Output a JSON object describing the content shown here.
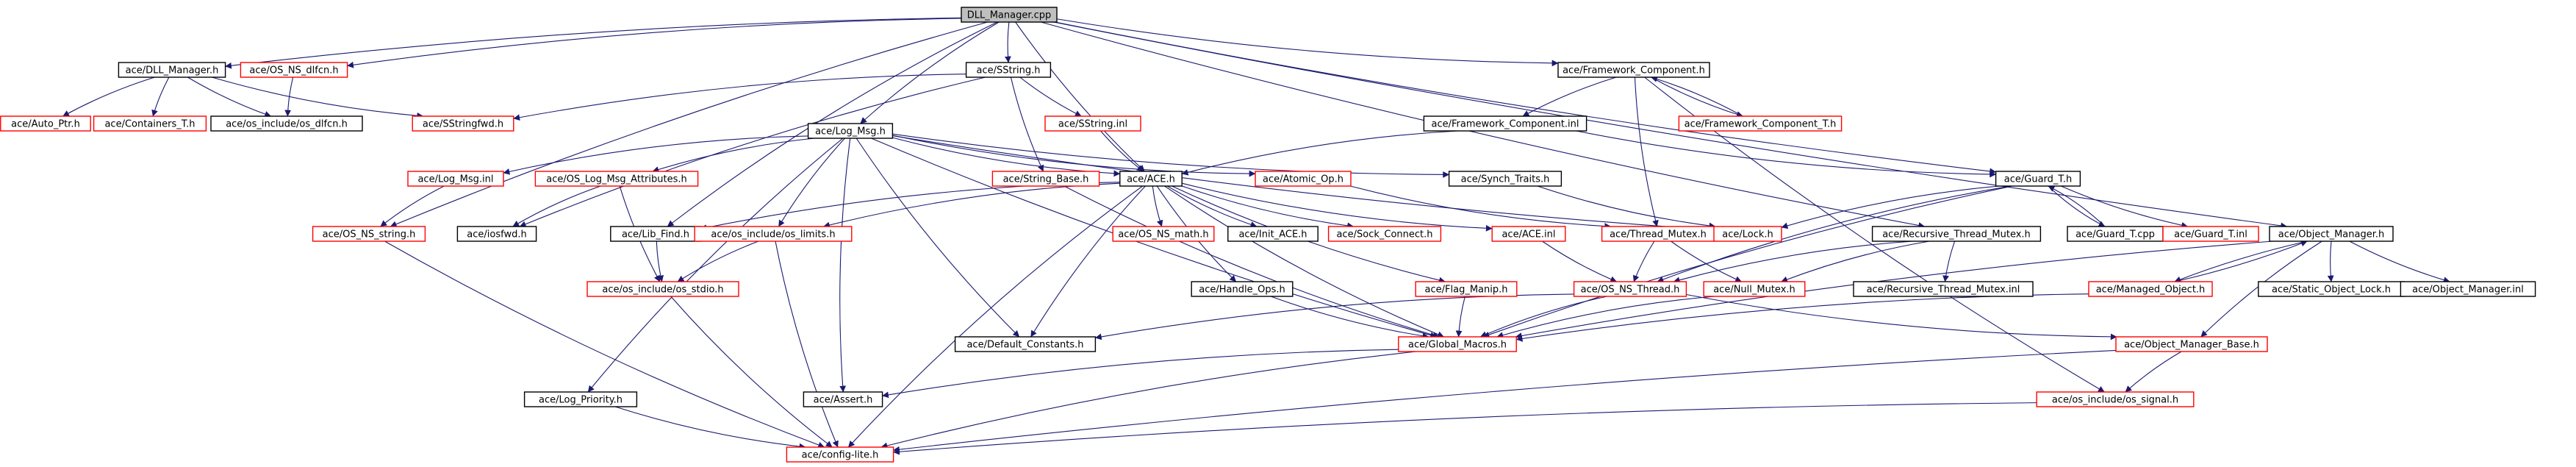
{
  "colors": {
    "edge": "#1a1a70",
    "node_border_default": "#000000",
    "node_border_missing": "#ff0000",
    "root_fill": "#bfbfbf"
  },
  "nodes": [
    {
      "id": "dll_manager_cpp",
      "label": "DLL_Manager.cpp",
      "kind": "root"
    },
    {
      "id": "ace_dll_manager_h",
      "label": "ace/DLL_Manager.h",
      "kind": "normal"
    },
    {
      "id": "ace_os_ns_dlfcn_h",
      "label": "ace/OS_NS_dlfcn.h",
      "kind": "missing"
    },
    {
      "id": "ace_sstring_h",
      "label": "ace/SString.h",
      "kind": "normal"
    },
    {
      "id": "ace_framework_component_h",
      "label": "ace/Framework_Component.h",
      "kind": "normal"
    },
    {
      "id": "ace_auto_ptr_h",
      "label": "ace/Auto_Ptr.h",
      "kind": "missing"
    },
    {
      "id": "ace_containers_t_h",
      "label": "ace/Containers_T.h",
      "kind": "missing"
    },
    {
      "id": "ace_os_include_os_dlfcn_h",
      "label": "ace/os_include/os_dlfcn.h",
      "kind": "normal"
    },
    {
      "id": "ace_sstringfwd_h",
      "label": "ace/SStringfwd.h",
      "kind": "missing"
    },
    {
      "id": "ace_sstring_inl",
      "label": "ace/SString.inl",
      "kind": "missing"
    },
    {
      "id": "ace_framework_component_inl",
      "label": "ace/Framework_Component.inl",
      "kind": "normal"
    },
    {
      "id": "ace_framework_component_t_h",
      "label": "ace/Framework_Component_T.h",
      "kind": "missing"
    },
    {
      "id": "ace_log_msg_h",
      "label": "ace/Log_Msg.h",
      "kind": "normal"
    },
    {
      "id": "ace_log_msg_inl",
      "label": "ace/Log_Msg.inl",
      "kind": "missing"
    },
    {
      "id": "ace_os_log_msg_attributes_h",
      "label": "ace/OS_Log_Msg_Attributes.h",
      "kind": "missing"
    },
    {
      "id": "ace_string_base_h",
      "label": "ace/String_Base.h",
      "kind": "missing"
    },
    {
      "id": "ace_ace_h",
      "label": "ace/ACE.h",
      "kind": "normal"
    },
    {
      "id": "ace_atomic_op_h",
      "label": "ace/Atomic_Op.h",
      "kind": "missing"
    },
    {
      "id": "ace_synch_traits_h",
      "label": "ace/Synch_Traits.h",
      "kind": "normal"
    },
    {
      "id": "ace_guard_t_h",
      "label": "ace/Guard_T.h",
      "kind": "normal"
    },
    {
      "id": "ace_os_ns_string_h",
      "label": "ace/OS_NS_string.h",
      "kind": "missing"
    },
    {
      "id": "ace_iosfwd_h",
      "label": "ace/iosfwd.h",
      "kind": "normal"
    },
    {
      "id": "ace_lib_find_h",
      "label": "ace/Lib_Find.h",
      "kind": "normal"
    },
    {
      "id": "ace_os_include_os_limits_h",
      "label": "ace/os_include/os_limits.h",
      "kind": "missing"
    },
    {
      "id": "ace_os_ns_math_h",
      "label": "ace/OS_NS_math.h",
      "kind": "missing"
    },
    {
      "id": "ace_init_ace_h",
      "label": "ace/Init_ACE.h",
      "kind": "normal"
    },
    {
      "id": "ace_sock_connect_h",
      "label": "ace/Sock_Connect.h",
      "kind": "missing"
    },
    {
      "id": "ace_ace_inl",
      "label": "ace/ACE.inl",
      "kind": "missing"
    },
    {
      "id": "ace_thread_mutex_h",
      "label": "ace/Thread_Mutex.h",
      "kind": "missing"
    },
    {
      "id": "ace_lock_h",
      "label": "ace/Lock.h",
      "kind": "missing"
    },
    {
      "id": "ace_recursive_thread_mutex_h",
      "label": "ace/Recursive_Thread_Mutex.h",
      "kind": "normal"
    },
    {
      "id": "ace_guard_t_cpp",
      "label": "ace/Guard_T.cpp",
      "kind": "normal"
    },
    {
      "id": "ace_guard_t_inl",
      "label": "ace/Guard_T.inl",
      "kind": "missing"
    },
    {
      "id": "ace_object_manager_h",
      "label": "ace/Object_Manager.h",
      "kind": "normal"
    },
    {
      "id": "ace_os_include_os_stdio_h",
      "label": "ace/os_include/os_stdio.h",
      "kind": "missing"
    },
    {
      "id": "ace_handle_ops_h",
      "label": "ace/Handle_Ops.h",
      "kind": "normal"
    },
    {
      "id": "ace_flag_manip_h",
      "label": "ace/Flag_Manip.h",
      "kind": "missing"
    },
    {
      "id": "ace_os_ns_thread_h",
      "label": "ace/OS_NS_Thread.h",
      "kind": "missing"
    },
    {
      "id": "ace_null_mutex_h",
      "label": "ace/Null_Mutex.h",
      "kind": "missing"
    },
    {
      "id": "ace_recursive_thread_mutex_inl",
      "label": "ace/Recursive_Thread_Mutex.inl",
      "kind": "normal"
    },
    {
      "id": "ace_managed_object_h",
      "label": "ace/Managed_Object.h",
      "kind": "missing"
    },
    {
      "id": "ace_static_object_lock_h",
      "label": "ace/Static_Object_Lock.h",
      "kind": "normal"
    },
    {
      "id": "ace_object_manager_inl",
      "label": "ace/Object_Manager.inl",
      "kind": "normal"
    },
    {
      "id": "ace_default_constants_h",
      "label": "ace/Default_Constants.h",
      "kind": "normal"
    },
    {
      "id": "ace_global_macros_h",
      "label": "ace/Global_Macros.h",
      "kind": "missing"
    },
    {
      "id": "ace_object_manager_base_h",
      "label": "ace/Object_Manager_Base.h",
      "kind": "missing"
    },
    {
      "id": "ace_log_priority_h",
      "label": "ace/Log_Priority.h",
      "kind": "normal"
    },
    {
      "id": "ace_assert_h",
      "label": "ace/Assert.h",
      "kind": "normal"
    },
    {
      "id": "ace_os_include_os_signal_h",
      "label": "ace/os_include/os_signal.h",
      "kind": "missing"
    },
    {
      "id": "ace_config_lite_h",
      "label": "ace/config-lite.h",
      "kind": "missing"
    }
  ],
  "edges": [
    [
      "dll_manager_cpp",
      "ace_dll_manager_h"
    ],
    [
      "dll_manager_cpp",
      "ace_os_ns_dlfcn_h"
    ],
    [
      "dll_manager_cpp",
      "ace_sstring_h"
    ],
    [
      "dll_manager_cpp",
      "ace_framework_component_h"
    ],
    [
      "dll_manager_cpp",
      "ace_log_msg_h"
    ],
    [
      "dll_manager_cpp",
      "ace_ace_h"
    ],
    [
      "dll_manager_cpp",
      "ace_os_ns_string_h"
    ],
    [
      "dll_manager_cpp",
      "ace_lib_find_h"
    ],
    [
      "dll_manager_cpp",
      "ace_guard_t_h"
    ],
    [
      "dll_manager_cpp",
      "ace_recursive_thread_mutex_h"
    ],
    [
      "dll_manager_cpp",
      "ace_object_manager_h"
    ],
    [
      "ace_dll_manager_h",
      "ace_auto_ptr_h"
    ],
    [
      "ace_dll_manager_h",
      "ace_containers_t_h"
    ],
    [
      "ace_dll_manager_h",
      "ace_os_include_os_dlfcn_h"
    ],
    [
      "ace_dll_manager_h",
      "ace_sstringfwd_h"
    ],
    [
      "ace_os_ns_dlfcn_h",
      "ace_os_include_os_dlfcn_h"
    ],
    [
      "ace_sstring_h",
      "ace_sstringfwd_h"
    ],
    [
      "ace_sstring_h",
      "ace_string_base_h"
    ],
    [
      "ace_sstring_h",
      "ace_sstring_inl"
    ],
    [
      "ace_sstring_h",
      "ace_iosfwd_h"
    ],
    [
      "ace_sstring_inl",
      "ace_ace_h"
    ],
    [
      "ace_framework_component_h",
      "ace_framework_component_inl"
    ],
    [
      "ace_framework_component_h",
      "ace_framework_component_t_h"
    ],
    [
      "ace_framework_component_h",
      "ace_thread_mutex_h"
    ],
    [
      "ace_framework_component_h",
      "ace_os_include_os_signal_h"
    ],
    [
      "ace_framework_component_t_h",
      "ace_framework_component_h"
    ],
    [
      "ace_framework_component_inl",
      "ace_ace_h"
    ],
    [
      "ace_framework_component_inl",
      "ace_guard_t_h"
    ],
    [
      "ace_log_msg_h",
      "ace_log_msg_inl"
    ],
    [
      "ace_log_msg_h",
      "ace_os_log_msg_attributes_h"
    ],
    [
      "ace_log_msg_h",
      "ace_ace_h"
    ],
    [
      "ace_log_msg_h",
      "ace_atomic_op_h"
    ],
    [
      "ace_log_msg_h",
      "ace_synch_traits_h"
    ],
    [
      "ace_log_msg_h",
      "ace_default_constants_h"
    ],
    [
      "ace_log_msg_h",
      "ace_log_priority_h"
    ],
    [
      "ace_log_msg_h",
      "ace_os_include_os_limits_h"
    ],
    [
      "ace_log_msg_h",
      "ace_global_macros_h"
    ],
    [
      "ace_log_msg_h",
      "ace_assert_h"
    ],
    [
      "ace_log_msg_h",
      "ace_lock_h"
    ],
    [
      "ace_log_msg_inl",
      "ace_os_ns_string_h"
    ],
    [
      "ace_os_log_msg_attributes_h",
      "ace_iosfwd_h"
    ],
    [
      "ace_os_log_msg_attributes_h",
      "ace_os_include_os_stdio_h"
    ],
    [
      "ace_string_base_h",
      "ace_global_macros_h"
    ],
    [
      "ace_ace_h",
      "ace_lib_find_h"
    ],
    [
      "ace_ace_h",
      "ace_os_include_os_limits_h"
    ],
    [
      "ace_ace_h",
      "ace_os_ns_math_h"
    ],
    [
      "ace_ace_h",
      "ace_init_ace_h"
    ],
    [
      "ace_ace_h",
      "ace_sock_connect_h"
    ],
    [
      "ace_ace_h",
      "ace_ace_inl"
    ],
    [
      "ace_ace_h",
      "ace_handle_ops_h"
    ],
    [
      "ace_ace_h",
      "ace_flag_manip_h"
    ],
    [
      "ace_ace_h",
      "ace_default_constants_h"
    ],
    [
      "ace_ace_h",
      "ace_global_macros_h"
    ],
    [
      "ace_ace_h",
      "ace_config_lite_h"
    ],
    [
      "ace_atomic_op_h",
      "ace_thread_mutex_h"
    ],
    [
      "ace_synch_traits_h",
      "ace_lock_h"
    ],
    [
      "ace_guard_t_h",
      "ace_lock_h"
    ],
    [
      "ace_guard_t_h",
      "ace_guard_t_cpp"
    ],
    [
      "ace_guard_t_h",
      "ace_guard_t_inl"
    ],
    [
      "ace_guard_t_h",
      "ace_os_ns_thread_h"
    ],
    [
      "ace_guard_t_h",
      "ace_global_macros_h"
    ],
    [
      "ace_guard_t_cpp",
      "ace_guard_t_h"
    ],
    [
      "ace_os_ns_string_h",
      "ace_config_lite_h"
    ],
    [
      "ace_lib_find_h",
      "ace_os_include_os_stdio_h"
    ],
    [
      "ace_os_include_os_limits_h",
      "ace_os_include_os_stdio_h"
    ],
    [
      "ace_os_include_os_limits_h",
      "ace_config_lite_h"
    ],
    [
      "ace_ace_inl",
      "ace_os_ns_thread_h"
    ],
    [
      "ace_thread_mutex_h",
      "ace_os_ns_thread_h"
    ],
    [
      "ace_thread_mutex_h",
      "ace_null_mutex_h"
    ],
    [
      "ace_recursive_thread_mutex_h",
      "ace_os_ns_thread_h"
    ],
    [
      "ace_recursive_thread_mutex_h",
      "ace_null_mutex_h"
    ],
    [
      "ace_recursive_thread_mutex_h",
      "ace_recursive_thread_mutex_inl"
    ],
    [
      "ace_object_manager_h",
      "ace_managed_object_h"
    ],
    [
      "ace_object_manager_h",
      "ace_static_object_lock_h"
    ],
    [
      "ace_object_manager_h",
      "ace_object_manager_inl"
    ],
    [
      "ace_object_manager_h",
      "ace_object_manager_base_h"
    ],
    [
      "ace_object_manager_h",
      "ace_global_macros_h"
    ],
    [
      "ace_managed_object_h",
      "ace_object_manager_h"
    ],
    [
      "ace_managed_object_h",
      "ace_global_macros_h"
    ],
    [
      "ace_os_include_os_stdio_h",
      "ace_config_lite_h"
    ],
    [
      "ace_handle_ops_h",
      "ace_global_macros_h"
    ],
    [
      "ace_flag_manip_h",
      "ace_global_macros_h"
    ],
    [
      "ace_os_ns_thread_h",
      "ace_default_constants_h"
    ],
    [
      "ace_os_ns_thread_h",
      "ace_global_macros_h"
    ],
    [
      "ace_os_ns_thread_h",
      "ace_object_manager_base_h"
    ],
    [
      "ace_null_mutex_h",
      "ace_global_macros_h"
    ],
    [
      "ace_global_macros_h",
      "ace_assert_h"
    ],
    [
      "ace_global_macros_h",
      "ace_config_lite_h"
    ],
    [
      "ace_object_manager_base_h",
      "ace_os_include_os_signal_h"
    ],
    [
      "ace_object_manager_base_h",
      "ace_config_lite_h"
    ],
    [
      "ace_os_include_os_signal_h",
      "ace_config_lite_h"
    ],
    [
      "ace_log_priority_h",
      "ace_config_lite_h"
    ]
  ]
}
